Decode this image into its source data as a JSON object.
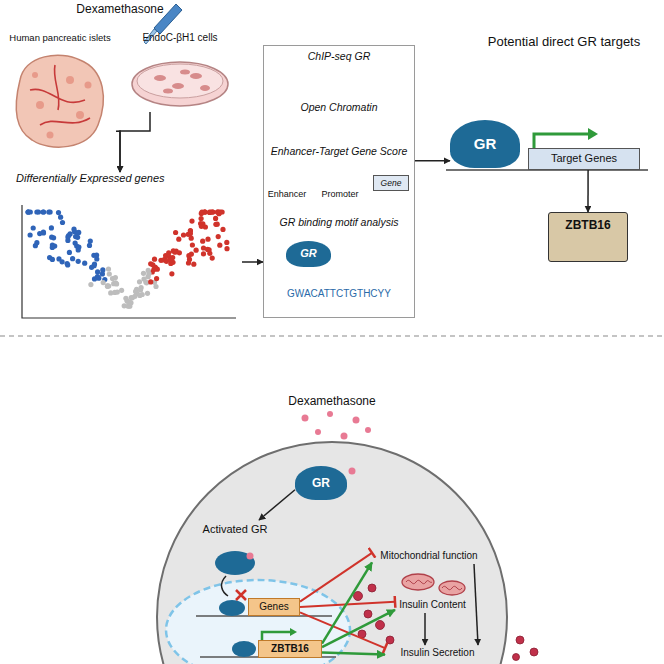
{
  "diagram": {
    "nodes": [
      {
        "text": [
          "Human pancreatic islets"
        ]
      },
      {
        "text": [
          "EndoC-βH1 cells"
        ]
      },
      {
        "text": [
          "Differentially Expressed genes"
        ]
      },
      {
        "text": [
          "ChIP-seq GR",
          "Open Chromatin",
          "Enhancer-Target Gene Score",
          "GR binding motif analysis"
        ]
      },
      {
        "text": [
          "Gene"
        ],
        "in": 3
      },
      {
        "text": [
          "GR"
        ],
        "in": 3
      },
      {
        "text": [
          "GR"
        ]
      },
      {
        "text": [
          "Target Genes"
        ]
      },
      {
        "text": [
          "ZBTB16"
        ]
      },
      {
        "text": [
          "GR"
        ]
      },
      {
        "text": [
          "Activated GR"
        ]
      },
      {
        "text": [
          "Genes"
        ]
      },
      {
        "text": [
          "ZBTB16"
        ]
      },
      {
        "text": [
          "Mitochondrial function"
        ]
      },
      {
        "text": [
          "Insulin Content"
        ]
      },
      {
        "text": [
          "Insulin Secretion"
        ]
      }
    ],
    "edges": [
      {
        "from": 0,
        "to": 2,
        "arrow": "to"
      },
      {
        "from": 1,
        "to": 2,
        "arrow": "to"
      },
      {
        "from": 2,
        "to": 3,
        "arrow": "to"
      },
      {
        "from": 3,
        "to": 6,
        "arrow": "to"
      },
      {
        "from": 7,
        "to": 8,
        "arrow": "to"
      },
      {
        "from": 9,
        "to": 10,
        "arrow": "to"
      },
      {
        "from": 11,
        "to": 13,
        "arrow": "to"
      },
      {
        "from": 11,
        "to": 14,
        "arrow": "to"
      },
      {
        "from": 11,
        "to": 15,
        "arrow": "to"
      },
      {
        "from": 12,
        "to": 13,
        "arrow": "to"
      },
      {
        "from": 12,
        "to": 14,
        "arrow": "to"
      },
      {
        "from": 12,
        "to": 15,
        "arrow": "to"
      },
      {
        "from": 14,
        "to": 15,
        "arrow": "to"
      },
      {
        "from": 13,
        "to": 15,
        "arrow": "to"
      }
    ],
    "labels": [
      "Dexamethasone",
      "Enhancer",
      "Promoter",
      "GWACATTCTGTHCYY",
      "Potential direct GR targets",
      "Dexamethasone"
    ]
  }
}
